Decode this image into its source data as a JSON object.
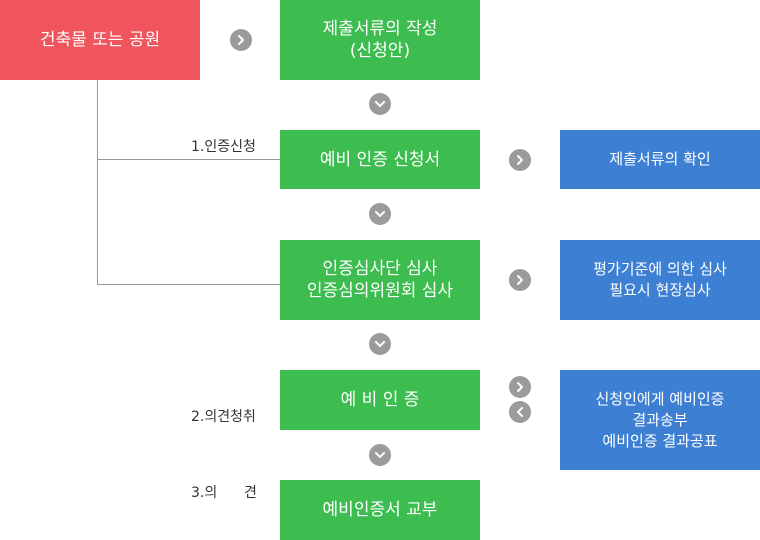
{
  "start": {
    "text": "건축물 또는 공원",
    "color": "#f0555d"
  },
  "steps": [
    {
      "text": "제출서류의 작성\n(신청안)"
    },
    {
      "text": "예비 인증 신청서"
    },
    {
      "text": "인증심사단 심사\n인증심의위원회 심사"
    },
    {
      "text": "예 비 인 증"
    },
    {
      "text": "예비인증서 교부"
    }
  ],
  "side_notes": [
    {
      "text": "제출서류의 확인"
    },
    {
      "text": "평가기준에 의한 심사\n필요시 현장심사"
    },
    {
      "text": "신청인에게 예비인증\n결과송부\n예비인증 결과공표"
    }
  ],
  "phase_labels": [
    {
      "text": "1.인증신청"
    },
    {
      "text": "2.의견청취"
    },
    {
      "text": "3.의      견"
    }
  ],
  "colors": {
    "green": "#3dbd50",
    "blue": "#3d80d3",
    "arrow": "#9b9b9b",
    "line": "#9a9a9a"
  },
  "icons": {
    "right": "chevron-right-icon",
    "left": "chevron-left-icon",
    "down": "chevron-down-icon"
  }
}
